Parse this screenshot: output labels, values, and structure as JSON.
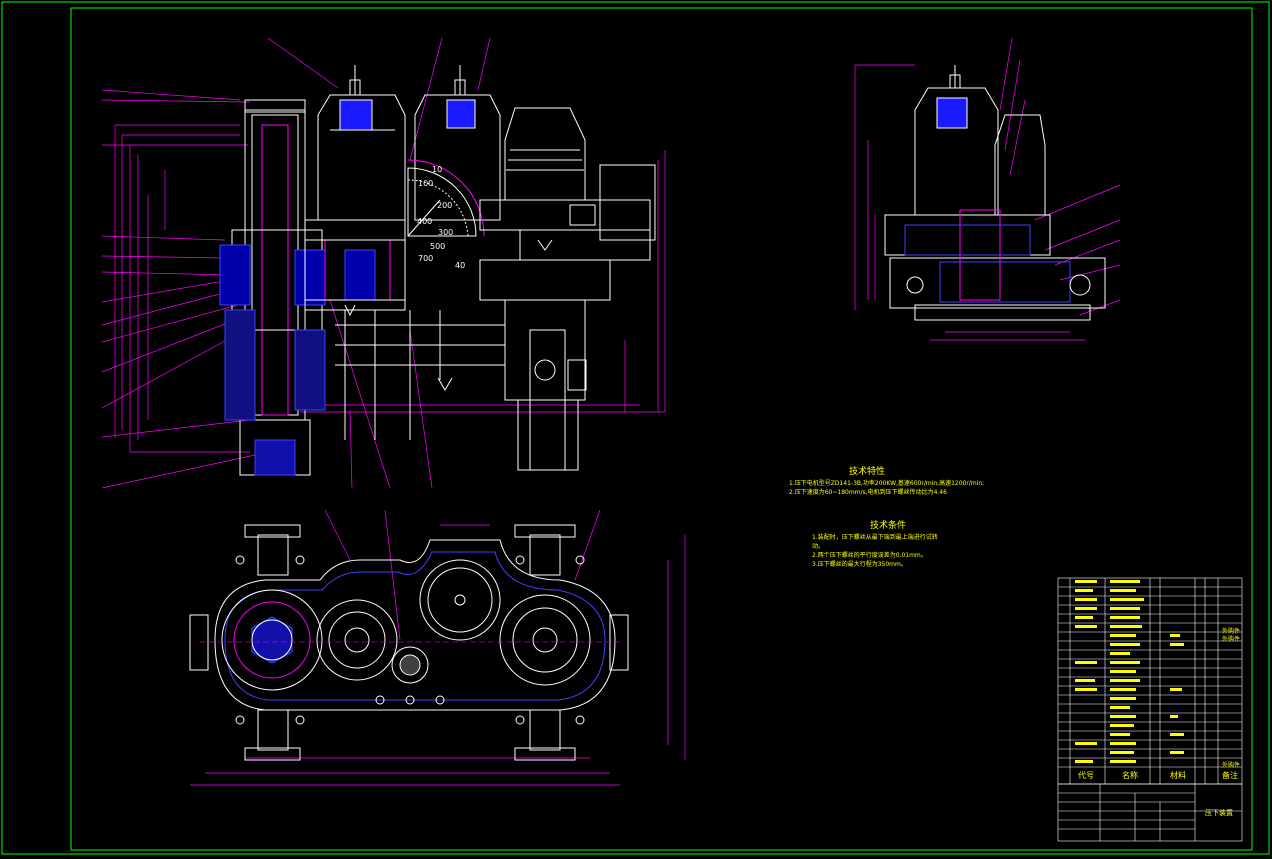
{
  "drawing": {
    "spec": {
      "title": "技术特性",
      "lines": [
        "1.压下电机型号ZD141-3B,功率200KW,基速600r/min,高速1200r/min;",
        "2.压下速度为60~180mm/s,电机到压下螺丝传动比为4.46"
      ]
    },
    "requirements": {
      "title": "技术条件",
      "lines": [
        "1.装配时，压下螺丝从最下端到最上端进行试转",
        "   动。",
        "2.两个压下螺丝的平行度误差为0.01mm。",
        "3.压下螺丝的最大行程为350mm。"
      ]
    },
    "dial": {
      "labels": [
        "10",
        "100",
        "200",
        "300",
        "400",
        "500",
        "700",
        "40"
      ]
    },
    "bom": {
      "header": {
        "code": "代号",
        "name": "名称",
        "material": "材料",
        "remark": "备注"
      },
      "outsourced": "外购件"
    },
    "title_block": {
      "drawing_name": "压下装置"
    }
  },
  "colors": {
    "background": "#000000",
    "frame": "#00ff00",
    "geometry": "#ffffff",
    "leaders": "#ff00ff",
    "text": "#ffff00",
    "motor_window": "#2020ff"
  }
}
